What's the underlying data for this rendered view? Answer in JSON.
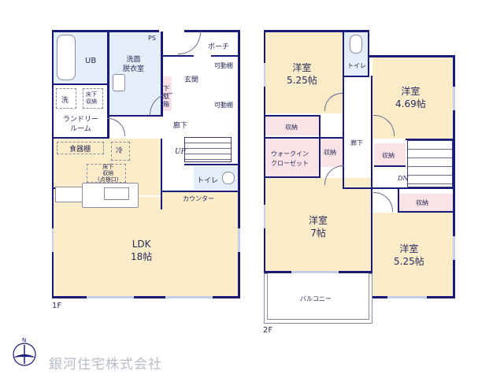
{
  "floor1": {
    "label": "1F",
    "rooms": {
      "ub": "UB",
      "washroom_line1": "洗面",
      "washroom_line2": "脱衣室",
      "ps": "PS",
      "porch": "ポーチ",
      "entrance": "玄関",
      "movable_shelf_top": "可動棚",
      "movable_shelf_bottom": "可動棚",
      "shoe_box_1": "下",
      "shoe_box_2": "駄",
      "shoe_box_3": "箱",
      "washer": "洗",
      "underfloor_line1": "床下",
      "underfloor_line2": "収納",
      "laundry_line1": "ランドリー",
      "laundry_line2": "ルーム",
      "hallway": "廊下",
      "cupboard": "食器棚",
      "fridge": "冷",
      "underfloor2_line1": "床下",
      "underfloor2_line2": "収納",
      "underfloor2_line3": "(点検口)",
      "stairs_up": "UP",
      "toilet": "トイレ",
      "counter": "カウンター",
      "ldk_name": "LDK",
      "ldk_size": "18帖"
    }
  },
  "floor2": {
    "label": "2F",
    "rooms": {
      "bedroom1_name": "洋室",
      "bedroom1_size": "5.25帖",
      "toilet": "トイレ",
      "bedroom2_name": "洋室",
      "bedroom2_size": "4.69帖",
      "storage1": "収納",
      "walkin_line1": "ウォークイン",
      "walkin_line2": "クローゼット",
      "storage2": "収納",
      "hallway": "廊下",
      "storage3": "収納",
      "stairs_down": "DN",
      "storage4": "収納",
      "bedroom3_name": "洋室",
      "bedroom3_size": "7帖",
      "bedroom4_name": "洋室",
      "bedroom4_size": "5.25帖",
      "balcony": "バルコニー"
    }
  },
  "footer": {
    "compass_label": "N",
    "company_name": "銀河住宅株式会社"
  },
  "colors": {
    "wall": "#1a1a7a",
    "floor": "#fbecc9",
    "wet_area": "#e3eef8",
    "storage": "#f9e3e6"
  }
}
